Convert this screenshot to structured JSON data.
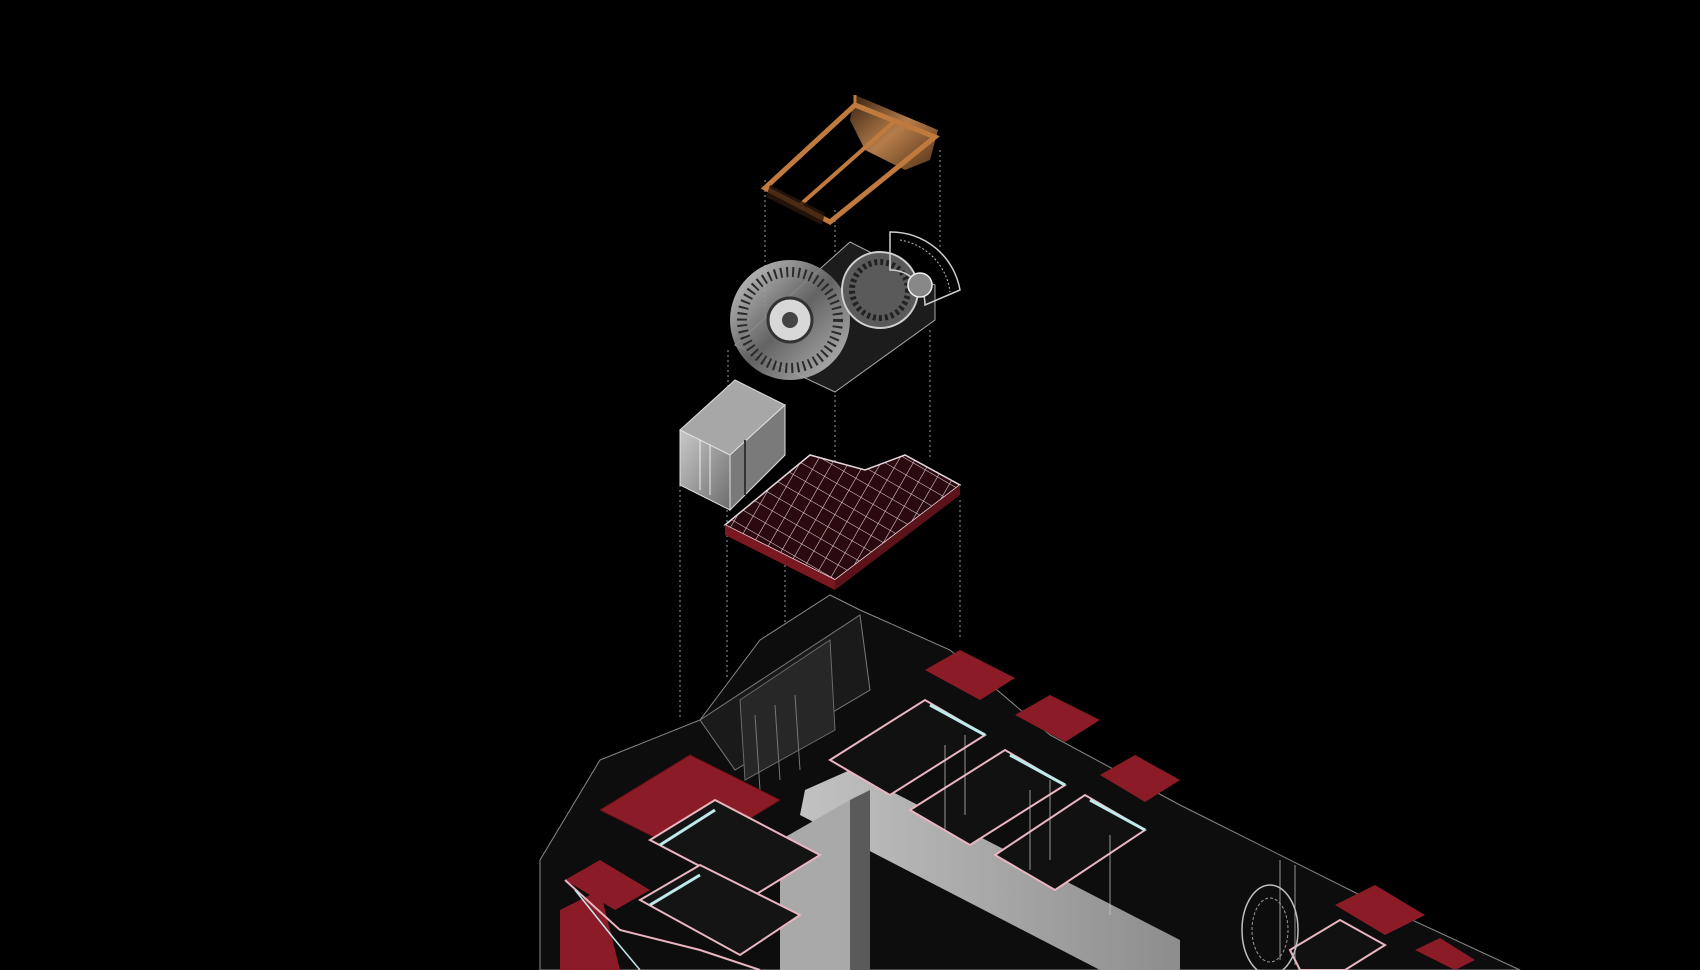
{
  "diagram": {
    "type": "exploded-axonometric",
    "background": "#000000",
    "layers": [
      {
        "name": "roof-frame",
        "material_color": "#b8743c"
      },
      {
        "name": "mechanical-gears",
        "material_color": "#9a9a9a"
      },
      {
        "name": "stair-box",
        "material_color": "#8c8c8c"
      },
      {
        "name": "grid-floor",
        "material_color": "#7a1822"
      },
      {
        "name": "building-base",
        "material_color": "#8a1e28"
      }
    ],
    "colors": {
      "accent_red": "#8b1c27",
      "grid_line": "#e6d7df",
      "guide_line": "#cfcfcf",
      "cyan_edge": "#bfe9ea",
      "copper": "#c07a3e"
    }
  }
}
